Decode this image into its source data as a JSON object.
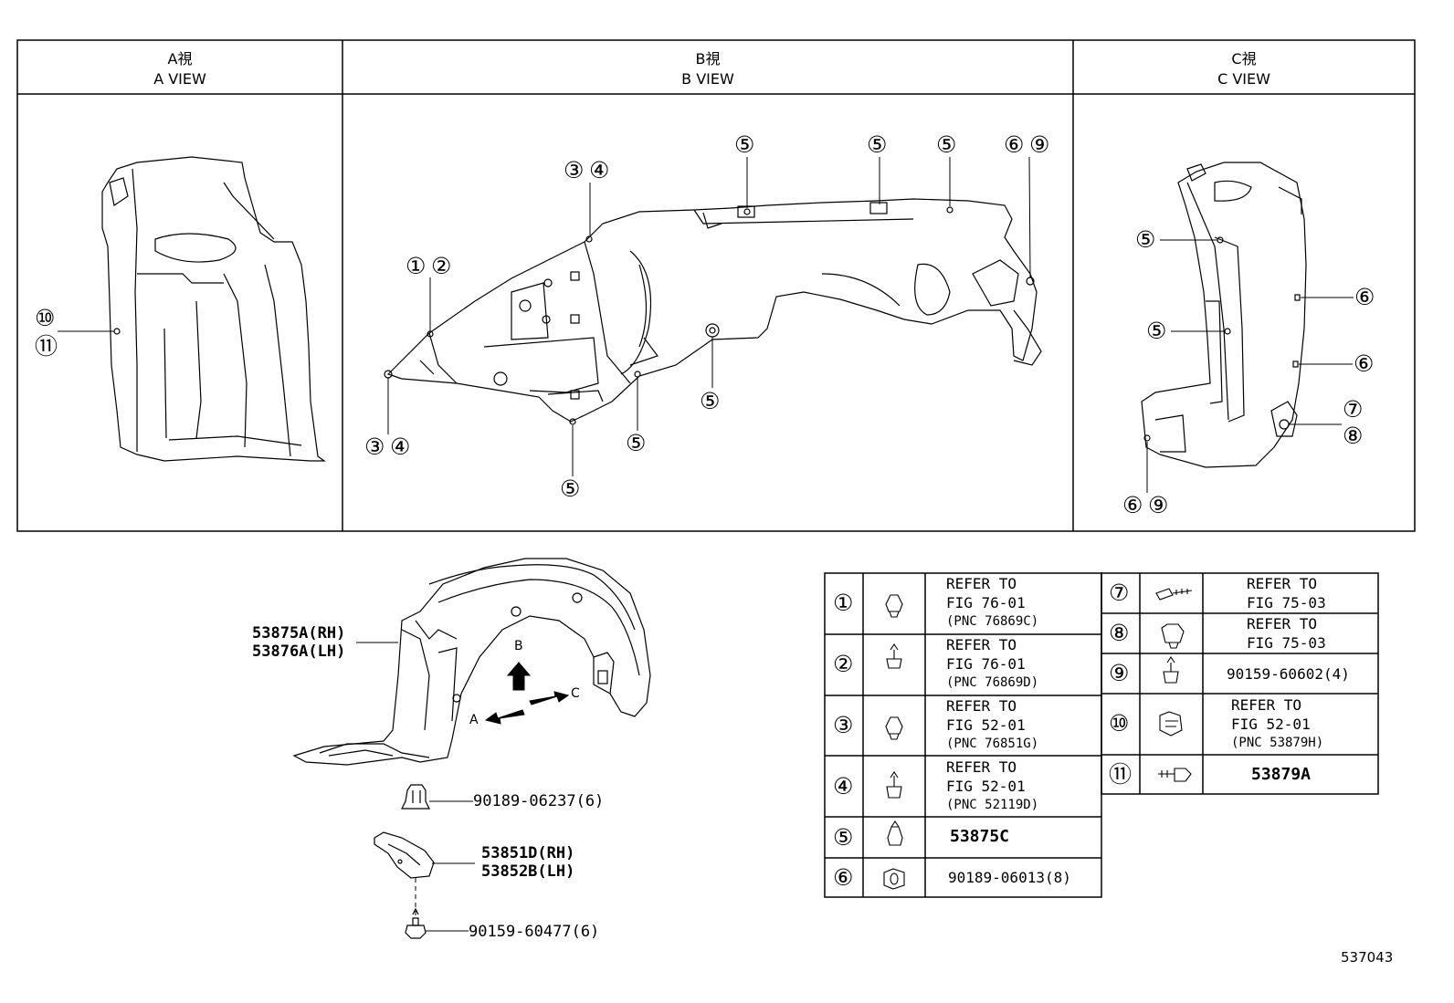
{
  "views": [
    {
      "label_jp": "A視",
      "label_en": "A VIEW"
    },
    {
      "label_jp": "B視",
      "label_en": "B VIEW"
    },
    {
      "label_jp": "C視",
      "label_en": "C VIEW"
    }
  ],
  "callouts": {
    "c1": "①",
    "c2": "②",
    "c3": "③",
    "c4": "④",
    "c5": "⑤",
    "c6": "⑥",
    "c7": "⑦",
    "c8": "⑧",
    "c9": "⑨",
    "c10": "⑩",
    "c11": "⑪"
  },
  "parts": {
    "liner_rh": "53875A(RH)",
    "liner_lh": "53876A(LH)",
    "clip": "90189-06237(6)",
    "bracket_rh": "53851D(RH)",
    "bracket_lh": "53852B(LH)",
    "screw": "90159-60477(6)",
    "arrow_a": "A",
    "arrow_b": "B",
    "arrow_c": "C"
  },
  "legend": {
    "left": [
      {
        "num": "①",
        "lines": [
          "REFER TO",
          "FIG 76-01",
          "(PNC 76869C)"
        ]
      },
      {
        "num": "②",
        "lines": [
          "REFER TO",
          "FIG 76-01",
          "(PNC 76869D)"
        ]
      },
      {
        "num": "③",
        "lines": [
          "REFER TO",
          "FIG 52-01",
          "(PNC 76851G)"
        ]
      },
      {
        "num": "④",
        "lines": [
          "REFER TO",
          "FIG 52-01",
          "(PNC 52119D)"
        ]
      },
      {
        "num": "⑤",
        "lines": [
          "53875C"
        ]
      },
      {
        "num": "⑥",
        "lines": [
          "90189-06013(8)"
        ]
      }
    ],
    "right": [
      {
        "num": "⑦",
        "lines": [
          "REFER TO",
          "FIG 75-03"
        ]
      },
      {
        "num": "⑧",
        "lines": [
          "REFER TO",
          "FIG 75-03"
        ]
      },
      {
        "num": "⑨",
        "lines": [
          "90159-60602(4)"
        ]
      },
      {
        "num": "⑩",
        "lines": [
          "REFER TO",
          "FIG 52-01",
          "(PNC 53879H)"
        ]
      },
      {
        "num": "⑪",
        "lines": [
          "53879A"
        ]
      }
    ]
  },
  "diagram_code": "537043"
}
